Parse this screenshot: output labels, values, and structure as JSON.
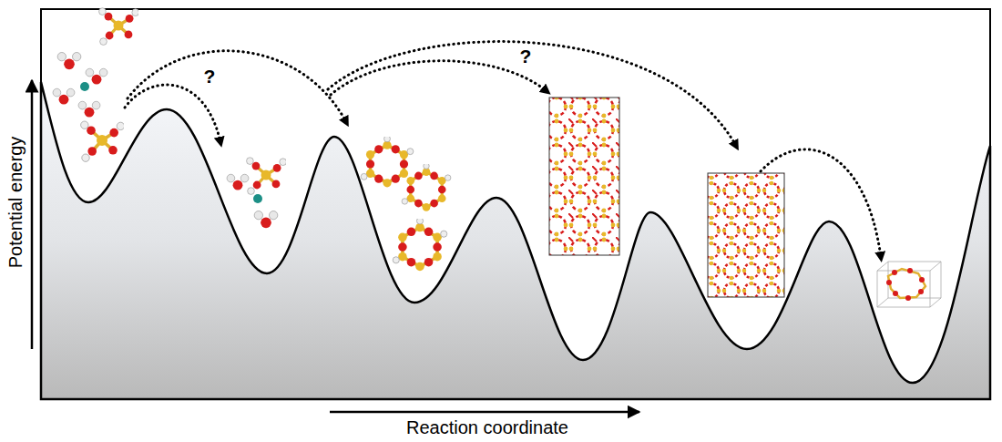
{
  "diagram": {
    "labels": [
      "?",
      "?",
      "Potential energy",
      "Reaction coordinate"
    ]
  }
}
